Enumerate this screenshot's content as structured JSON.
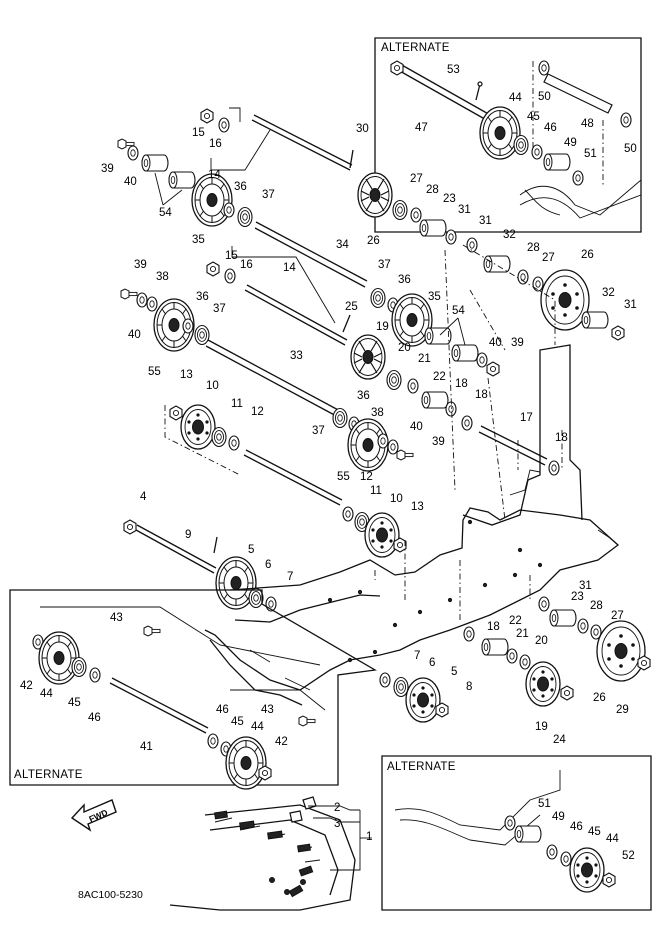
{
  "alternate_label": "ALTERNATE",
  "diagram_code": "8AC100-5230",
  "fwd_label": "FWD",
  "callouts": {
    "p1": "1",
    "p2": "2",
    "p3": "3",
    "p4": "4",
    "p5a": "5",
    "p5b": "5",
    "p6a": "6",
    "p6b": "6",
    "p7a": "7",
    "p7b": "7",
    "p8": "8",
    "p9": "9",
    "p10a": "10",
    "p10b": "10",
    "p11a": "11",
    "p11b": "11",
    "p12a": "12",
    "p12b": "12",
    "p13a": "13",
    "p13b": "13",
    "p14a": "14",
    "p14b": "14",
    "p15a": "15",
    "p15b": "15",
    "p16a": "16",
    "p16b": "16",
    "p17": "17",
    "p18a": "18",
    "p18b": "18",
    "p18c": "18",
    "p18d": "18",
    "p19a": "19",
    "p19b": "19",
    "p20a": "20",
    "p20b": "20",
    "p21a": "21",
    "p21b": "21",
    "p22a": "22",
    "p22b": "22",
    "p23a": "23",
    "p23b": "23",
    "p24": "24",
    "p25": "25",
    "p26a": "26",
    "p26b": "26",
    "p26c": "26",
    "p27a": "27",
    "p27b": "27",
    "p27c": "27",
    "p28a": "28",
    "p28b": "28",
    "p28c": "28",
    "p29": "29",
    "p30": "30",
    "p31a": "31",
    "p31b": "31",
    "p31c": "31",
    "p31d": "31",
    "p32a": "32",
    "p32b": "32",
    "p33": "33",
    "p34": "34",
    "p35a": "35",
    "p35b": "35",
    "p36a": "36",
    "p36b": "36",
    "p36c": "36",
    "p36d": "36",
    "p37a": "37",
    "p37b": "37",
    "p37c": "37",
    "p37d": "37",
    "p38a": "38",
    "p38b": "38",
    "p39a": "39",
    "p39b": "39",
    "p39c": "39",
    "p39d": "39",
    "p40a": "40",
    "p40b": "40",
    "p40c": "40",
    "p40d": "40",
    "p41": "41",
    "p42a": "42",
    "p42b": "42",
    "p43a": "43",
    "p43b": "43",
    "p44a": "44",
    "p44b": "44",
    "p44c": "44",
    "p44d": "44",
    "p45a": "45",
    "p45b": "45",
    "p45c": "45",
    "p45d": "45",
    "p46a": "46",
    "p46b": "46",
    "p46c": "46",
    "p46d": "46",
    "p47": "47",
    "p48": "48",
    "p49a": "49",
    "p49b": "49",
    "p50a": "50",
    "p50b": "50",
    "p51a": "51",
    "p51b": "51",
    "p52": "52",
    "p53": "53",
    "p54a": "54",
    "p54b": "54",
    "p55a": "55",
    "p55b": "55"
  }
}
